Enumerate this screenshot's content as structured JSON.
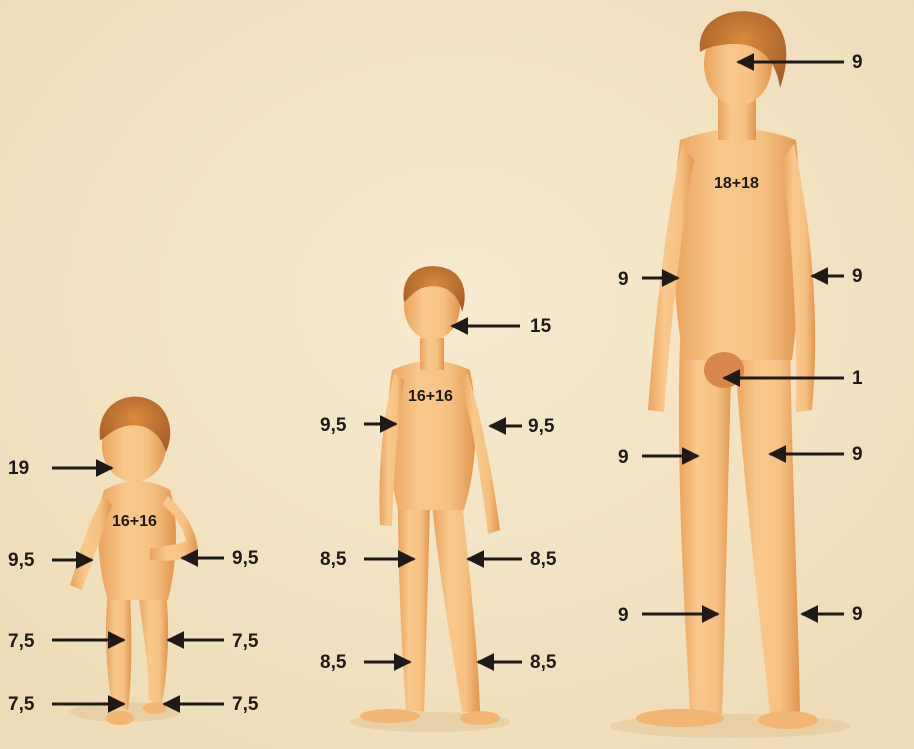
{
  "figures": {
    "toddler": {
      "head": "19",
      "trunk": "16+16",
      "arm_left": "9,5",
      "arm_right": "9,5",
      "thigh_left": "7,5",
      "thigh_right": "7,5",
      "leg_left": "7,5",
      "leg_right": "7,5"
    },
    "child": {
      "head": "15",
      "trunk": "16+16",
      "arm_left": "9,5",
      "arm_right": "9,5",
      "thigh_left": "8,5",
      "thigh_right": "8,5",
      "leg_left": "8,5",
      "leg_right": "8,5"
    },
    "adult": {
      "head": "9",
      "trunk": "18+18",
      "arm_left": "9",
      "arm_right": "9",
      "genital": "1",
      "thigh_left": "9",
      "thigh_right": "9",
      "leg_left": "9",
      "leg_right": "9"
    }
  },
  "colors": {
    "background": "#f3e4c6",
    "skin": "#f4bd7e",
    "skin_shadow": "#e29a55",
    "hair": "#c77a33",
    "arrow": "#1f1a16"
  }
}
